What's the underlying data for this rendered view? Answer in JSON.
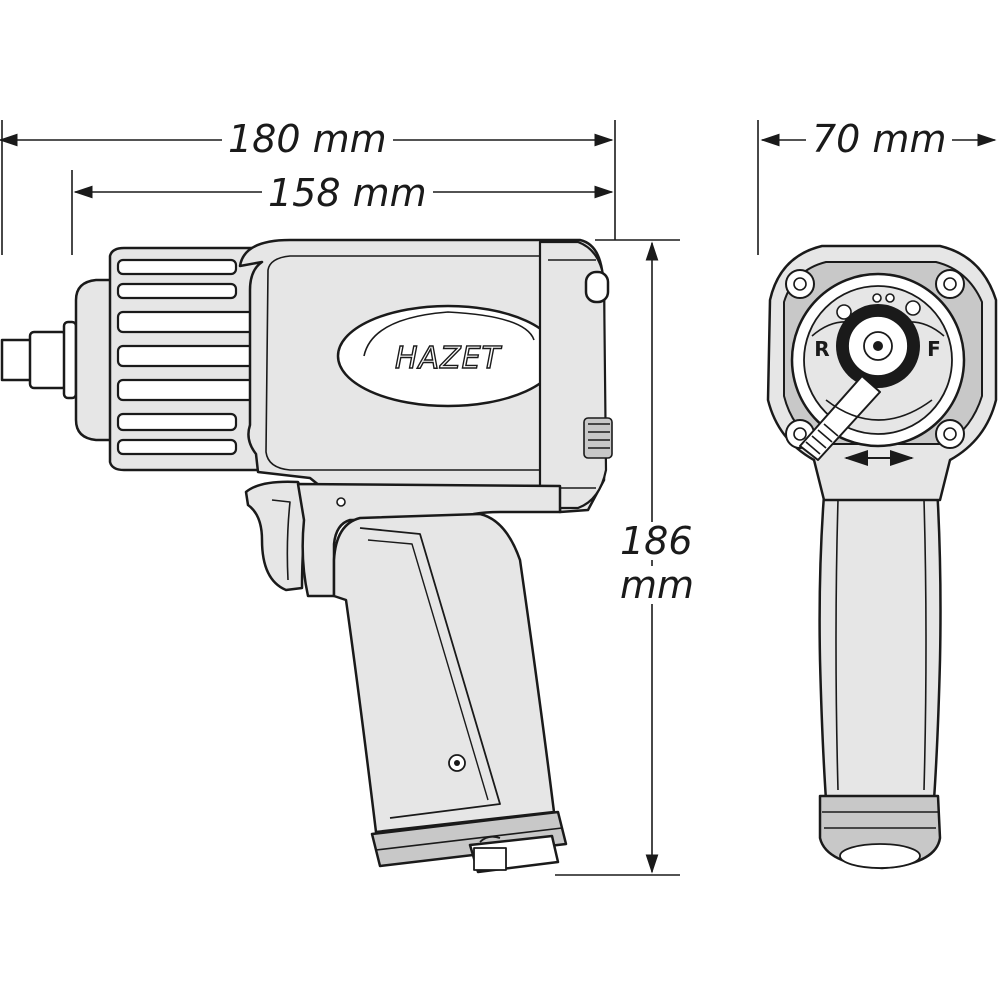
{
  "dimensions": {
    "overall_length": "180 mm",
    "body_length": "158 mm",
    "width": "70 mm",
    "height_value": "186",
    "height_unit": "mm"
  },
  "side_view": {
    "brand": "HAZET"
  },
  "front_view": {
    "reverse_label": "R",
    "forward_label": "F"
  },
  "colors": {
    "line": "#1a1a1a",
    "body_fill": "#e6e6e6",
    "dark_fill": "#c8c8c8",
    "background": "#ffffff"
  }
}
